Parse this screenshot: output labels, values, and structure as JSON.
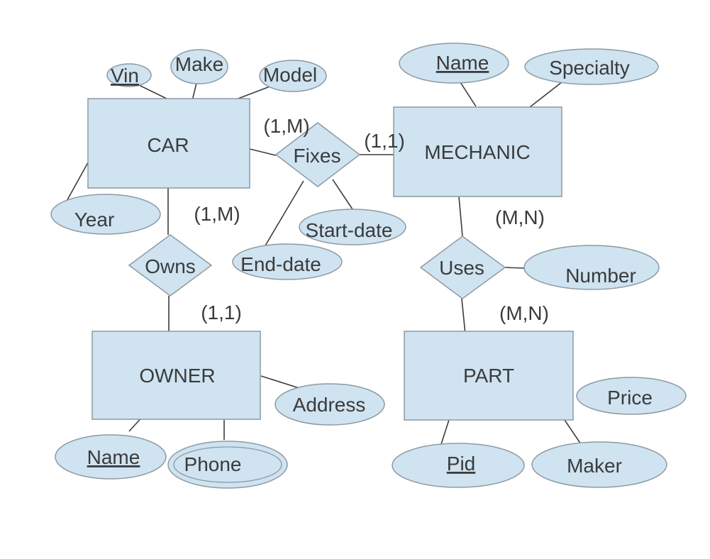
{
  "diagram_type": "entity-relationship",
  "colors": {
    "shape_fill": "#cfe3f1",
    "shape_stroke": "#8d9aa3",
    "line_color": "#3d3d3d",
    "text_color": "#3b3b3b",
    "background": "#ffffff"
  },
  "entities": [
    {
      "label": "CAR"
    },
    {
      "label": "MECHANIC"
    },
    {
      "label": "OWNER"
    },
    {
      "label": "PART"
    }
  ],
  "relationships": [
    {
      "label": "Fixes",
      "connects": [
        "CAR",
        "MECHANIC"
      ]
    },
    {
      "label": "Owns",
      "connects": [
        "CAR",
        "OWNER"
      ]
    },
    {
      "label": "Uses",
      "connects": [
        "MECHANIC",
        "PART"
      ]
    }
  ],
  "attributes": [
    {
      "label": "Vin",
      "of": "CAR",
      "primary_key": true
    },
    {
      "label": "Make",
      "of": "CAR"
    },
    {
      "label": "Model",
      "of": "CAR"
    },
    {
      "label": "Year",
      "of": "CAR"
    },
    {
      "label": "Name",
      "of": "MECHANIC",
      "primary_key": true
    },
    {
      "label": "Specialty",
      "of": "MECHANIC"
    },
    {
      "label": "Start-date",
      "of": "Fixes"
    },
    {
      "label": "End-date",
      "of": "Fixes"
    },
    {
      "label": "Number",
      "of": "Uses"
    },
    {
      "label": "Address",
      "of": "OWNER"
    },
    {
      "label": "Name",
      "of": "OWNER",
      "primary_key": true
    },
    {
      "label": "Phone",
      "of": "OWNER",
      "multivalued": true
    },
    {
      "label": "Pid",
      "of": "PART",
      "primary_key": true
    },
    {
      "label": "Price",
      "of": "PART"
    },
    {
      "label": "Maker",
      "of": "PART"
    }
  ],
  "cardinalities": [
    {
      "label": "(1,M)",
      "at": "CAR-Fixes"
    },
    {
      "label": "(1,1)",
      "at": "Fixes-MECHANIC"
    },
    {
      "label": "(1,M)",
      "at": "CAR-Owns"
    },
    {
      "label": "(1,1)",
      "at": "Owns-OWNER"
    },
    {
      "label": "(M,N)",
      "at": "MECHANIC-Uses"
    },
    {
      "label": "(M,N)",
      "at": "Uses-PART"
    }
  ]
}
